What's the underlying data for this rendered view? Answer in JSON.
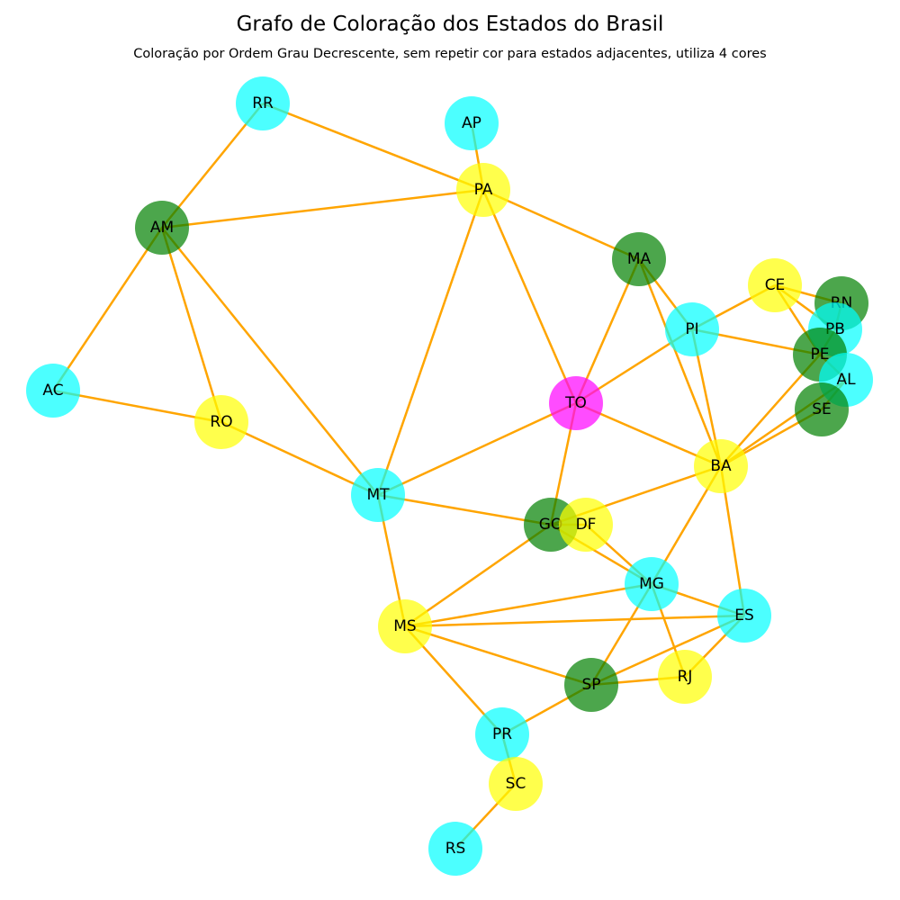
{
  "title": "Grafo de Coloração dos Estados do Brasil",
  "subtitle": "Coloração por Ordem Grau Decrescente, sem repetir cor para estados adjacentes, utiliza 4 cores",
  "colors": {
    "edge": "#FFA500",
    "cyan": "#00FFFF",
    "yellow": "#FFFF00",
    "green": "#008000",
    "magenta": "#FF00FF"
  },
  "nodes": [
    {
      "id": "RR",
      "color": "cyan"
    },
    {
      "id": "AP",
      "color": "cyan"
    },
    {
      "id": "PA",
      "color": "yellow"
    },
    {
      "id": "AM",
      "color": "green"
    },
    {
      "id": "MA",
      "color": "green"
    },
    {
      "id": "CE",
      "color": "yellow"
    },
    {
      "id": "RN",
      "color": "green"
    },
    {
      "id": "PB",
      "color": "cyan"
    },
    {
      "id": "PI",
      "color": "cyan"
    },
    {
      "id": "PE",
      "color": "green"
    },
    {
      "id": "AL",
      "color": "cyan"
    },
    {
      "id": "SE",
      "color": "green"
    },
    {
      "id": "AC",
      "color": "cyan"
    },
    {
      "id": "RO",
      "color": "yellow"
    },
    {
      "id": "TO",
      "color": "magenta"
    },
    {
      "id": "BA",
      "color": "yellow"
    },
    {
      "id": "MT",
      "color": "cyan"
    },
    {
      "id": "GO",
      "color": "green"
    },
    {
      "id": "DF",
      "color": "yellow"
    },
    {
      "id": "MG",
      "color": "cyan"
    },
    {
      "id": "ES",
      "color": "cyan"
    },
    {
      "id": "MS",
      "color": "yellow"
    },
    {
      "id": "SP",
      "color": "green"
    },
    {
      "id": "RJ",
      "color": "yellow"
    },
    {
      "id": "PR",
      "color": "cyan"
    },
    {
      "id": "SC",
      "color": "yellow"
    },
    {
      "id": "RS",
      "color": "cyan"
    }
  ],
  "edges": [
    [
      "RR",
      "AM"
    ],
    [
      "RR",
      "PA"
    ],
    [
      "AP",
      "PA"
    ],
    [
      "PA",
      "AM"
    ],
    [
      "PA",
      "MA"
    ],
    [
      "PA",
      "TO"
    ],
    [
      "PA",
      "MT"
    ],
    [
      "AM",
      "AC"
    ],
    [
      "AM",
      "RO"
    ],
    [
      "AM",
      "MT"
    ],
    [
      "AC",
      "RO"
    ],
    [
      "RO",
      "MT"
    ],
    [
      "MA",
      "TO"
    ],
    [
      "MA",
      "PI"
    ],
    [
      "MA",
      "BA"
    ],
    [
      "PI",
      "CE"
    ],
    [
      "PI",
      "PE"
    ],
    [
      "PI",
      "BA"
    ],
    [
      "PI",
      "TO"
    ],
    [
      "CE",
      "RN"
    ],
    [
      "CE",
      "PB"
    ],
    [
      "CE",
      "PE"
    ],
    [
      "RN",
      "PB"
    ],
    [
      "PB",
      "PE"
    ],
    [
      "PE",
      "AL"
    ],
    [
      "PE",
      "BA"
    ],
    [
      "AL",
      "SE"
    ],
    [
      "AL",
      "BA"
    ],
    [
      "SE",
      "BA"
    ],
    [
      "TO",
      "BA"
    ],
    [
      "TO",
      "MT"
    ],
    [
      "TO",
      "GO"
    ],
    [
      "BA",
      "GO"
    ],
    [
      "BA",
      "MG"
    ],
    [
      "BA",
      "ES"
    ],
    [
      "MT",
      "GO"
    ],
    [
      "MT",
      "MS"
    ],
    [
      "GO",
      "DF"
    ],
    [
      "GO",
      "MG"
    ],
    [
      "GO",
      "MS"
    ],
    [
      "DF",
      "MG"
    ],
    [
      "MG",
      "ES"
    ],
    [
      "MG",
      "RJ"
    ],
    [
      "MG",
      "SP"
    ],
    [
      "MG",
      "MS"
    ],
    [
      "ES",
      "RJ"
    ],
    [
      "MS",
      "SP"
    ],
    [
      "MS",
      "PR"
    ],
    [
      "MS",
      "ES"
    ],
    [
      "SP",
      "RJ"
    ],
    [
      "SP",
      "PR"
    ],
    [
      "SP",
      "ES"
    ],
    [
      "PR",
      "SC"
    ],
    [
      "SC",
      "RS"
    ]
  ]
}
